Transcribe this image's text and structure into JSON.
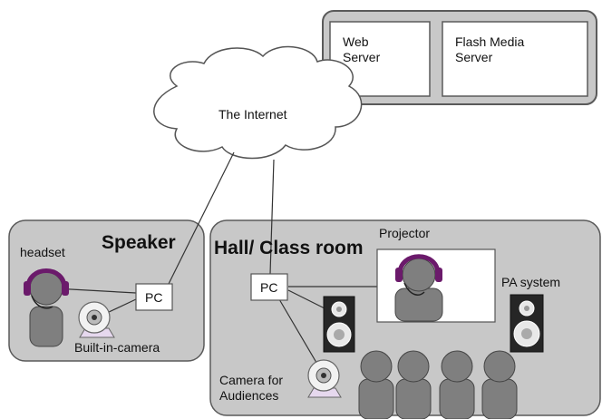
{
  "servers": {
    "web_server": [
      "Web",
      "Server"
    ],
    "flash_media_server": [
      "Flash Media",
      "Server"
    ]
  },
  "internet": {
    "label": "The Internet"
  },
  "speaker": {
    "title": "Speaker",
    "headset_label": "headset",
    "pc_label": "PC",
    "camera_label": "Built-in-camera"
  },
  "hall": {
    "title": "Hall/ Class room",
    "pc_label": "PC",
    "projector_label": "Projector",
    "pa_label": "PA system",
    "camera_label": [
      "Camera for",
      "Audiences"
    ]
  },
  "colors": {
    "panel_fill": "#c8c8c8",
    "panel_stroke": "#5a5a5a",
    "person_fill": "#7f7f7f",
    "headset": "#6b1a6b",
    "box_fill": "#ffffff",
    "speaker_fill": "#262626"
  }
}
